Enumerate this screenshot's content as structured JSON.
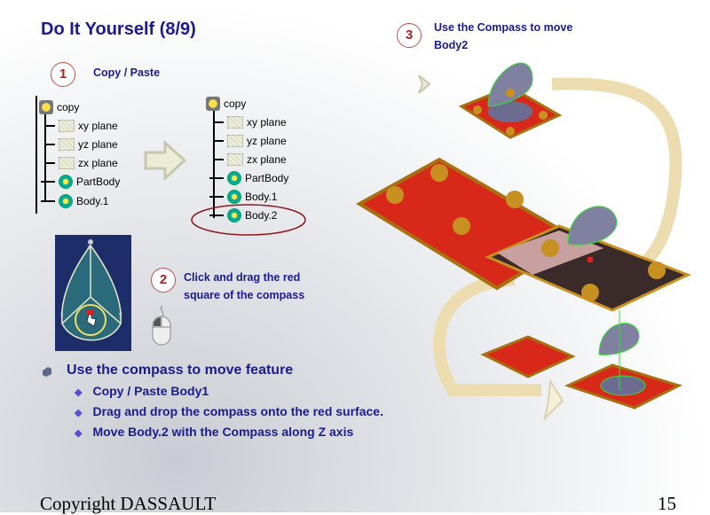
{
  "title": "Do It Yourself (8/9)",
  "steps": [
    {
      "number": "1",
      "label": "Copy / Paste"
    },
    {
      "number": "2",
      "label_line1": "Click and drag the red",
      "label_line2": "square of the compass"
    },
    {
      "number": "3",
      "label_line1": "Use the Compass to move",
      "label_line2": "Body2"
    }
  ],
  "tree_before": {
    "root": "copy",
    "items": [
      "xy plane",
      "yz plane",
      "zx plane",
      "PartBody",
      "Body.1"
    ]
  },
  "tree_after": {
    "root": "copy",
    "items": [
      "xy plane",
      "yz plane",
      "zx plane",
      "PartBody",
      "Body.1",
      "Body.2"
    ]
  },
  "compass_axes": {
    "x": "x",
    "y": "y",
    "z": "z"
  },
  "bullets": {
    "main": "Use the compass to move feature",
    "subs": [
      "Copy / Paste Body1",
      "Drag and drop the compass onto the red surface.",
      "Move Body.2 with the Compass along Z axis"
    ]
  },
  "footer": {
    "copyright": "Copyright DASSAULT",
    "page": "15"
  },
  "colors": {
    "title": "#1b1b8f",
    "part_red": "#d8281a",
    "highlight_ellipse": "#8b1a1a"
  }
}
